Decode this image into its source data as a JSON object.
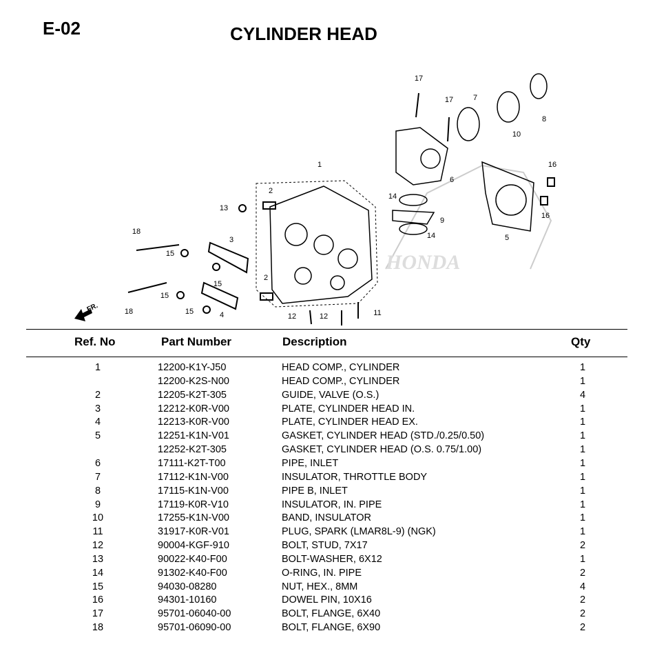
{
  "page": {
    "code": "E-02",
    "title": "CYLINDER HEAD"
  },
  "diagram": {
    "watermark": "HONDA",
    "front_label": "FR.",
    "callouts": [
      "17",
      "17",
      "7",
      "8",
      "10",
      "1",
      "16",
      "6",
      "2",
      "14",
      "13",
      "9",
      "16",
      "18",
      "3",
      "14",
      "5",
      "15",
      "15",
      "2",
      "15",
      "11",
      "12",
      "12",
      "18",
      "15",
      "4"
    ]
  },
  "table": {
    "headers": {
      "ref": "Ref. No",
      "part": "Part Number",
      "desc": "Description",
      "qty": "Qty"
    },
    "rows": [
      {
        "ref": "1",
        "part": "12200-K1Y-J50",
        "desc": "HEAD COMP., CYLINDER",
        "qty": "1"
      },
      {
        "ref": "",
        "part": "12200-K2S-N00",
        "desc": "HEAD COMP., CYLINDER",
        "qty": "1"
      },
      {
        "ref": "2",
        "part": "12205-K2T-305",
        "desc": "GUIDE, VALVE (O.S.)",
        "qty": "4"
      },
      {
        "ref": "3",
        "part": "12212-K0R-V00",
        "desc": "PLATE, CYLINDER HEAD IN.",
        "qty": "1"
      },
      {
        "ref": "4",
        "part": "12213-K0R-V00",
        "desc": "PLATE, CYLINDER HEAD EX.",
        "qty": "1"
      },
      {
        "ref": "5",
        "part": "12251-K1N-V01",
        "desc": "GASKET, CYLINDER HEAD (STD./0.25/0.50)",
        "qty": "1"
      },
      {
        "ref": "",
        "part": "12252-K2T-305",
        "desc": "GASKET, CYLINDER HEAD (O.S. 0.75/1.00)",
        "qty": "1"
      },
      {
        "ref": "6",
        "part": "17111-K2T-T00",
        "desc": "PIPE, INLET",
        "qty": "1"
      },
      {
        "ref": "7",
        "part": "17112-K1N-V00",
        "desc": "INSULATOR, THROTTLE BODY",
        "qty": "1"
      },
      {
        "ref": "8",
        "part": "17115-K1N-V00",
        "desc": "PIPE B, INLET",
        "qty": "1"
      },
      {
        "ref": "9",
        "part": "17119-K0R-V10",
        "desc": "INSULATOR, IN. PIPE",
        "qty": "1"
      },
      {
        "ref": "10",
        "part": "17255-K1N-V00",
        "desc": "BAND, INSULATOR",
        "qty": "1"
      },
      {
        "ref": "11",
        "part": "31917-K0R-V01",
        "desc": "PLUG, SPARK (LMAR8L-9) (NGK)",
        "qty": "1"
      },
      {
        "ref": "12",
        "part": "90004-KGF-910",
        "desc": "BOLT, STUD, 7X17",
        "qty": "2"
      },
      {
        "ref": "13",
        "part": "90022-K40-F00",
        "desc": "BOLT-WASHER, 6X12",
        "qty": "1"
      },
      {
        "ref": "14",
        "part": "91302-K40-F00",
        "desc": "O-RING, IN. PIPE",
        "qty": "2"
      },
      {
        "ref": "15",
        "part": "94030-08280",
        "desc": "NUT, HEX., 8MM",
        "qty": "4"
      },
      {
        "ref": "16",
        "part": "94301-10160",
        "desc": "DOWEL PIN, 10X16",
        "qty": "2"
      },
      {
        "ref": "17",
        "part": "95701-06040-00",
        "desc": "BOLT, FLANGE, 6X40",
        "qty": "2"
      },
      {
        "ref": "18",
        "part": "95701-06090-00",
        "desc": "BOLT, FLANGE, 6X90",
        "qty": "2"
      }
    ]
  }
}
